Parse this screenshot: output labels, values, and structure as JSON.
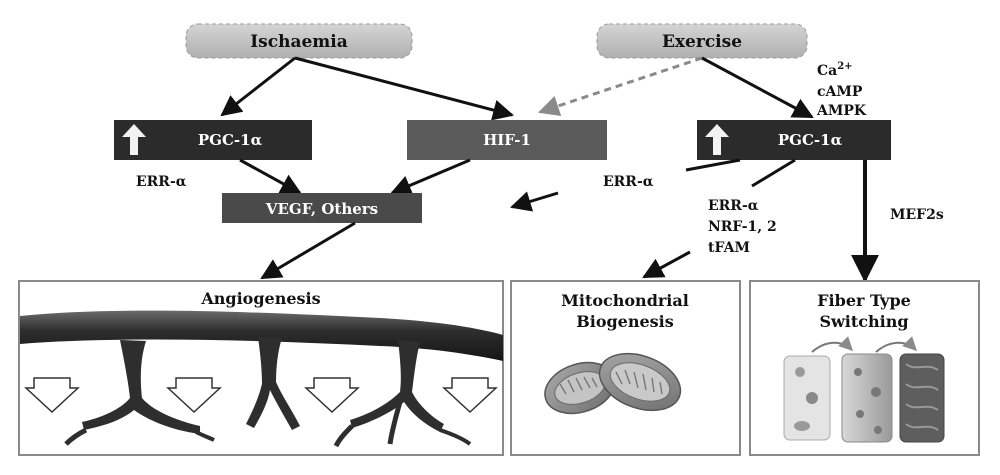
{
  "nodes": {
    "ischaemia": "Ischaemia",
    "exercise": "Exercise",
    "pgc_left": "PGC-1α",
    "hif1": "HIF-1",
    "pgc_right": "PGC-1α",
    "vegf": "VEGF, Others"
  },
  "labels": {
    "ca": "Ca",
    "ca_sup": "2+",
    "camp": "cAMP",
    "ampk": "AMPK",
    "err_left": "ERR-α",
    "err_mid": "ERR-α",
    "err_right": "ERR-α",
    "nrf": "NRF-1, 2",
    "tfam": "tFAM",
    "mef2s": "MEF2s"
  },
  "panels": {
    "angiogenesis": "Angiogenesis",
    "mito_line1": "Mitochondrial",
    "mito_line2": "Biogenesis",
    "fiber_line1": "Fiber Type",
    "fiber_line2": "Switching"
  },
  "colors": {
    "pill_fill": "#c8c8c8",
    "dark_box": "#2b2b2b",
    "mid_box": "#5a5a5a",
    "vessel": "#3a3a3a",
    "panel_border": "#8a8a8a"
  }
}
